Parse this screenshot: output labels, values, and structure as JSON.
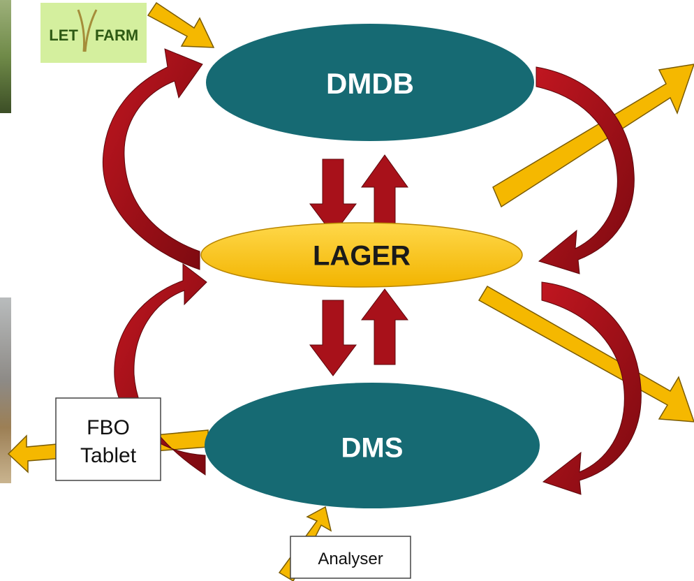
{
  "diagram": {
    "nodes": {
      "dmdb": {
        "label": "DMDB"
      },
      "lager": {
        "label": "LAGER"
      },
      "dms": {
        "label": "DMS"
      }
    },
    "boxes": {
      "fbo_tablet": {
        "line1": "FBO",
        "line2": "Tablet"
      },
      "analyser": {
        "label": "Analyser"
      }
    },
    "logo": {
      "text": "LET FARM"
    }
  },
  "colors": {
    "node_teal": "#166a73",
    "lager_yellow": "#ffc200",
    "arrow_red": "#a8111a",
    "arrow_orange": "#f5b800",
    "logo_green": "#d4ef9e"
  },
  "icons": {
    "logo": "letfarm-logo",
    "photo_top_left": "field-photo",
    "photo_bottom_left": "tractor-photo"
  }
}
